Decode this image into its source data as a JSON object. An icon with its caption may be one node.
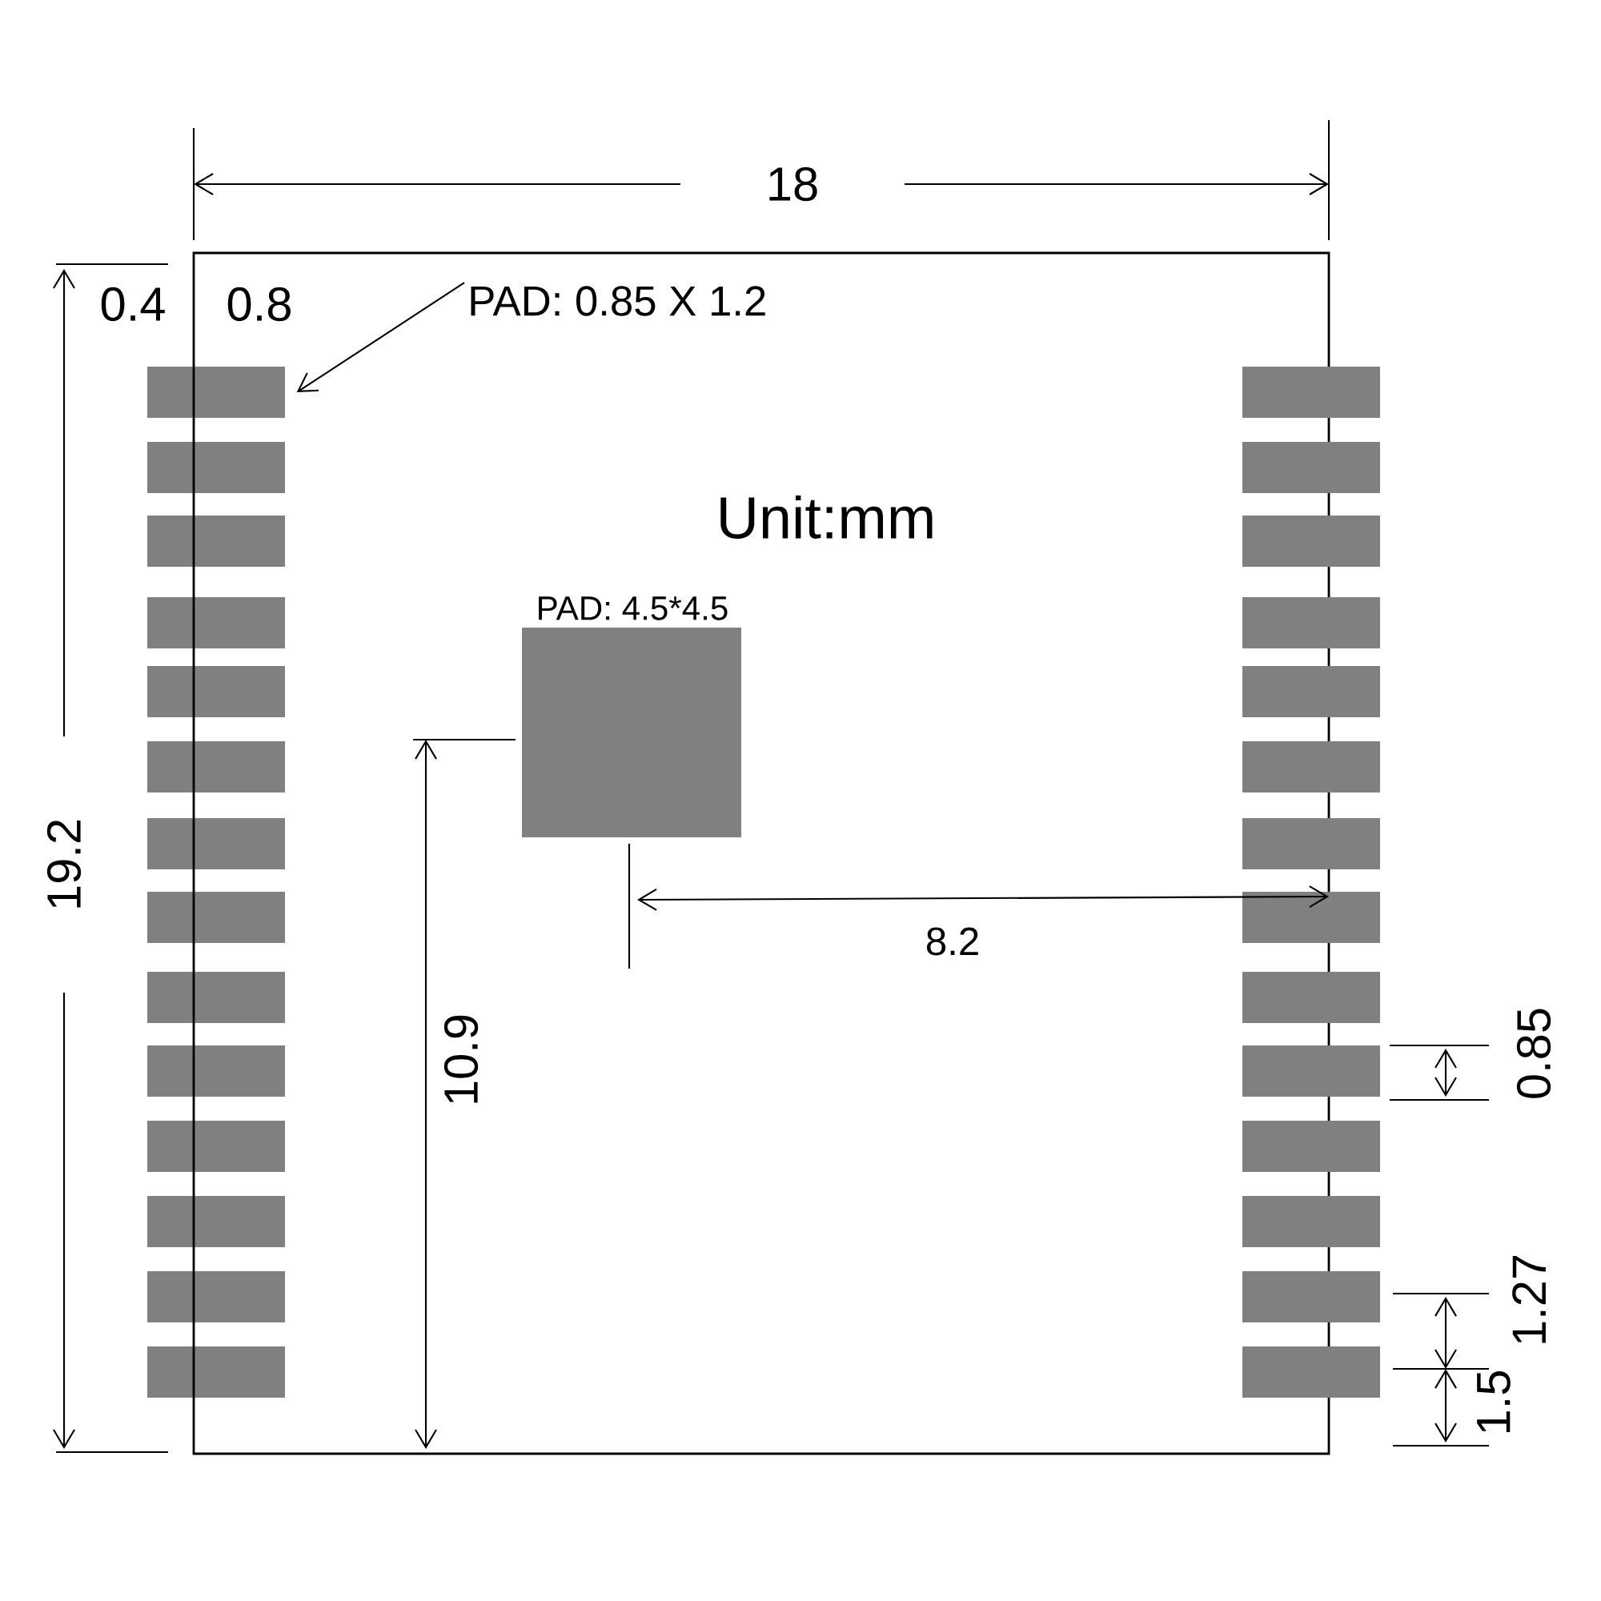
{
  "diagram": {
    "nodes": [
      {
        "text": [
          "PAD: 0.85 X 1.2"
        ]
      },
      {
        "text": [],
        "shape": "box"
      },
      {
        "text": [],
        "shape": "box"
      },
      {
        "text": [],
        "shape": "box"
      },
      {
        "text": [],
        "shape": "box"
      },
      {
        "text": [],
        "shape": "box"
      },
      {
        "text": [],
        "shape": "box"
      },
      {
        "text": [],
        "shape": "box"
      },
      {
        "text": [],
        "shape": "box"
      },
      {
        "text": [],
        "shape": "box"
      },
      {
        "text": [],
        "shape": "box"
      },
      {
        "text": [],
        "shape": "box"
      },
      {
        "text": [],
        "shape": "box"
      },
      {
        "text": [],
        "shape": "box"
      },
      {
        "text": [],
        "shape": "box"
      },
      {
        "text": [],
        "shape": "box"
      },
      {
        "text": [],
        "shape": "box"
      },
      {
        "text": [],
        "shape": "box"
      },
      {
        "text": [],
        "shape": "box"
      },
      {
        "text": [],
        "shape": "box"
      },
      {
        "text": [],
        "shape": "box"
      },
      {
        "text": [],
        "shape": "box"
      },
      {
        "text": [],
        "shape": "box"
      },
      {
        "text": [],
        "shape": "box"
      },
      {
        "text": [],
        "shape": "box"
      },
      {
        "text": [],
        "shape": "box"
      },
      {
        "text": [],
        "shape": "box"
      },
      {
        "text": [],
        "shape": "box"
      },
      {
        "text": [],
        "shape": "box"
      },
      {
        "text": [],
        "shape": "box"
      }
    ],
    "edges": [
      {
        "from": 0,
        "to": 1,
        "arrow": "to"
      }
    ],
    "labels": [
      "18",
      "0.4",
      "0.8",
      "Unit:mm",
      "PAD: 4.5*4.5",
      "19.2",
      "8.2",
      "10.9",
      "0.85",
      "1.27",
      "1.5"
    ]
  }
}
